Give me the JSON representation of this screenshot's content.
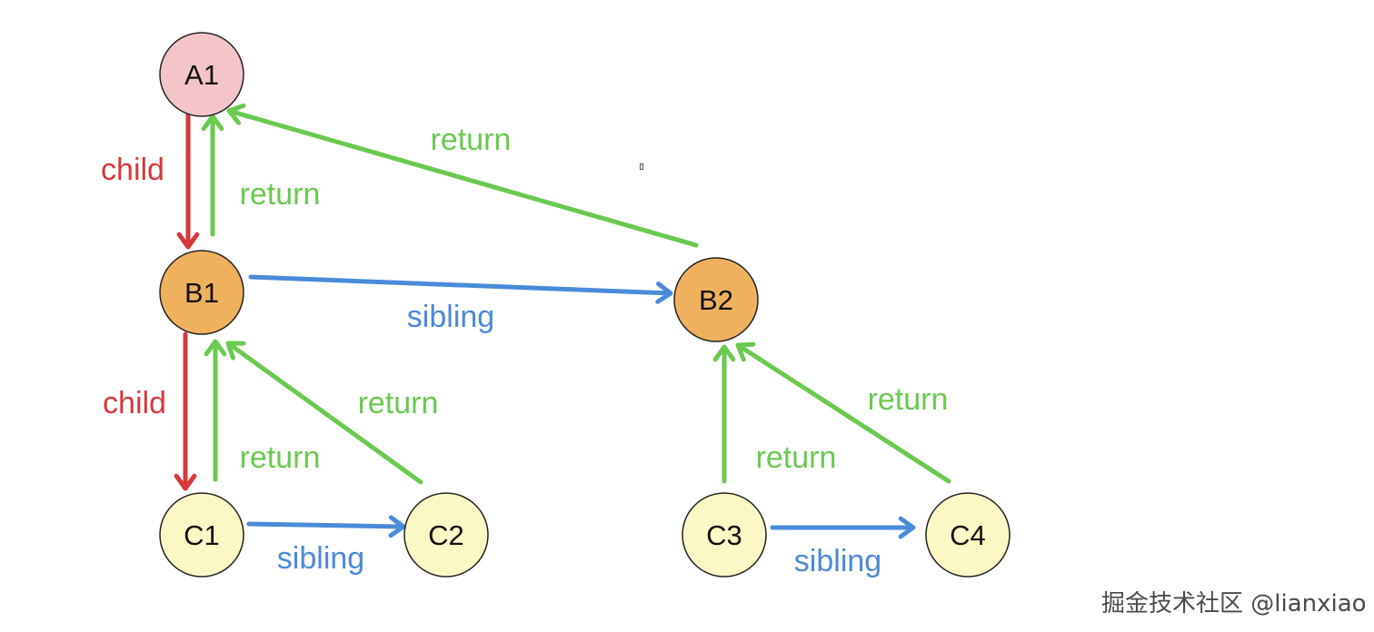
{
  "colors": {
    "child": "#d6383a",
    "return": "#6ac94f",
    "sibling": "#4a8ad8",
    "node_a": "#f3c5c9",
    "node_b": "#f0b15f",
    "node_c": "#fbf8c4",
    "node_stroke": "#222222"
  },
  "nodes": [
    {
      "id": "A1",
      "label": "A1",
      "level": "a"
    },
    {
      "id": "B1",
      "label": "B1",
      "level": "b"
    },
    {
      "id": "B2",
      "label": "B2",
      "level": "b"
    },
    {
      "id": "C1",
      "label": "C1",
      "level": "c"
    },
    {
      "id": "C2",
      "label": "C2",
      "level": "c"
    },
    {
      "id": "C3",
      "label": "C3",
      "level": "c"
    },
    {
      "id": "C4",
      "label": "C4",
      "level": "c"
    }
  ],
  "edges": [
    {
      "from": "A1",
      "to": "B1",
      "type": "child",
      "label": "child"
    },
    {
      "from": "B1",
      "to": "A1",
      "type": "return",
      "label": "return"
    },
    {
      "from": "B2",
      "to": "A1",
      "type": "return",
      "label": "return"
    },
    {
      "from": "B1",
      "to": "B2",
      "type": "sibling",
      "label": "sibling"
    },
    {
      "from": "B1",
      "to": "C1",
      "type": "child",
      "label": "child"
    },
    {
      "from": "C1",
      "to": "B1",
      "type": "return",
      "label": "return"
    },
    {
      "from": "C2",
      "to": "B1",
      "type": "return",
      "label": "return"
    },
    {
      "from": "C1",
      "to": "C2",
      "type": "sibling",
      "label": "sibling"
    },
    {
      "from": "C3",
      "to": "B2",
      "type": "return",
      "label": "return"
    },
    {
      "from": "C4",
      "to": "B2",
      "type": "return",
      "label": "return"
    },
    {
      "from": "C3",
      "to": "C4",
      "type": "sibling",
      "label": "sibling"
    }
  ],
  "watermark": "掘金技术社区 @lianxiao"
}
